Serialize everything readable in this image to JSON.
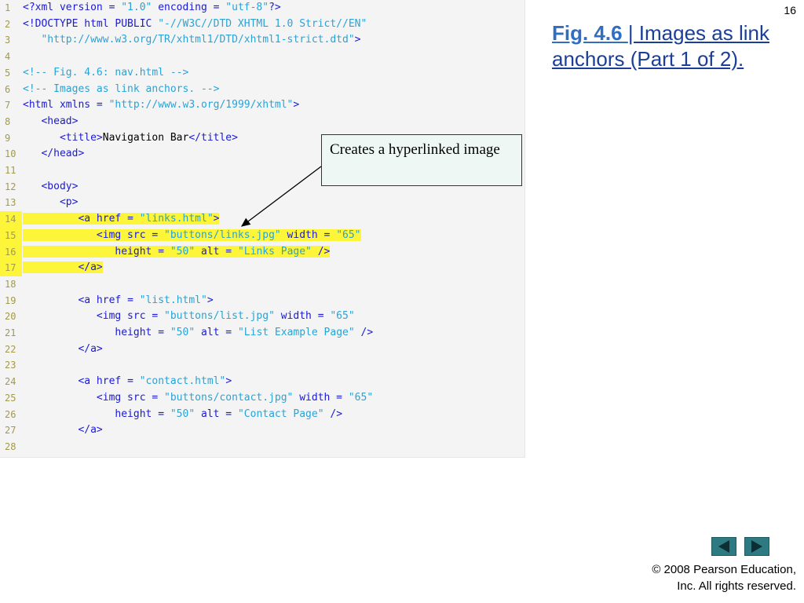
{
  "slide_number": "16",
  "title": {
    "fig": "Fig. 4.6 ",
    "rest": "| Images as link anchors (Part 1 of 2)."
  },
  "callout": {
    "text": "Creates a hyperlinked image"
  },
  "copyright": {
    "line1": "© 2008 Pearson Education,",
    "line2": "Inc.  All rights reserved."
  },
  "nav": {
    "prev_icon": "triangle-left-icon",
    "next_icon": "triangle-right-icon",
    "color": "#2e7a82"
  },
  "colors": {
    "highlight": "#fcf53a",
    "tag": "#1a1ad6",
    "value": "#29a3d6",
    "line_number": "#a39a4a"
  },
  "code_lines": [
    {
      "num": "1",
      "segs": [
        [
          "tag",
          "<?xml version = "
        ],
        [
          "val",
          "\"1.0\""
        ],
        [
          "tag",
          " encoding = "
        ],
        [
          "val",
          "\"utf-8\""
        ],
        [
          "tag",
          "?>"
        ]
      ],
      "hl": false
    },
    {
      "num": "2",
      "segs": [
        [
          "tag",
          "<!DOCTYPE html PUBLIC "
        ],
        [
          "val",
          "\"-//W3C//DTD XHTML 1.0 Strict//EN\""
        ]
      ],
      "hl": false
    },
    {
      "num": "3",
      "segs": [
        [
          "plain",
          "   "
        ],
        [
          "val",
          "\"http://www.w3.org/TR/xhtml1/DTD/xhtml1-strict.dtd\""
        ],
        [
          "tag",
          ">"
        ]
      ],
      "hl": false
    },
    {
      "num": "4",
      "segs": [],
      "hl": false
    },
    {
      "num": "5",
      "segs": [
        [
          "cmt",
          "<!-- Fig. 4.6: nav.html -->"
        ]
      ],
      "hl": false
    },
    {
      "num": "6",
      "segs": [
        [
          "cmt",
          "<!-- Images as link anchors. -->"
        ]
      ],
      "hl": false
    },
    {
      "num": "7",
      "segs": [
        [
          "tag",
          "<html xmlns = "
        ],
        [
          "val",
          "\"http://www.w3.org/1999/xhtml\""
        ],
        [
          "tag",
          ">"
        ]
      ],
      "hl": false
    },
    {
      "num": "8",
      "segs": [
        [
          "plain",
          "   "
        ],
        [
          "tag",
          "<head>"
        ]
      ],
      "hl": false
    },
    {
      "num": "9",
      "segs": [
        [
          "plain",
          "      "
        ],
        [
          "tag",
          "<title>"
        ],
        [
          "plain",
          "Navigation Bar"
        ],
        [
          "tag",
          "</title>"
        ]
      ],
      "hl": false
    },
    {
      "num": "10",
      "segs": [
        [
          "plain",
          "   "
        ],
        [
          "tag",
          "</head>"
        ]
      ],
      "hl": false
    },
    {
      "num": "11",
      "segs": [],
      "hl": false
    },
    {
      "num": "12",
      "segs": [
        [
          "plain",
          "   "
        ],
        [
          "tag",
          "<body>"
        ]
      ],
      "hl": false
    },
    {
      "num": "13",
      "segs": [
        [
          "plain",
          "      "
        ],
        [
          "tag",
          "<p>"
        ]
      ],
      "hl": false
    },
    {
      "num": "14",
      "segs": [
        [
          "plain",
          "         "
        ],
        [
          "tag",
          "<a href = "
        ],
        [
          "val",
          "\"links.html\""
        ],
        [
          "tag",
          ">"
        ]
      ],
      "hl": true
    },
    {
      "num": "15",
      "segs": [
        [
          "plain",
          "            "
        ],
        [
          "tag",
          "<img src = "
        ],
        [
          "val",
          "\"buttons/links.jpg\""
        ],
        [
          "tag",
          " width = "
        ],
        [
          "val",
          "\"65\""
        ]
      ],
      "hl": true
    },
    {
      "num": "16",
      "segs": [
        [
          "plain",
          "               "
        ],
        [
          "tag",
          "height = "
        ],
        [
          "val",
          "\"50\""
        ],
        [
          "tag",
          " alt = "
        ],
        [
          "val",
          "\"Links Page\""
        ],
        [
          "tag",
          " />"
        ]
      ],
      "hl": true
    },
    {
      "num": "17",
      "segs": [
        [
          "plain",
          "         "
        ],
        [
          "tag",
          "</a>"
        ]
      ],
      "hl": true
    },
    {
      "num": "18",
      "segs": [],
      "hl": false
    },
    {
      "num": "19",
      "segs": [
        [
          "plain",
          "         "
        ],
        [
          "tag",
          "<a href = "
        ],
        [
          "val",
          "\"list.html\""
        ],
        [
          "tag",
          ">"
        ]
      ],
      "hl": false
    },
    {
      "num": "20",
      "segs": [
        [
          "plain",
          "            "
        ],
        [
          "tag",
          "<img src = "
        ],
        [
          "val",
          "\"buttons/list.jpg\""
        ],
        [
          "tag",
          " width = "
        ],
        [
          "val",
          "\"65\""
        ]
      ],
      "hl": false
    },
    {
      "num": "21",
      "segs": [
        [
          "plain",
          "               "
        ],
        [
          "tag",
          "height = "
        ],
        [
          "val",
          "\"50\""
        ],
        [
          "tag",
          " alt = "
        ],
        [
          "val",
          "\"List Example Page\""
        ],
        [
          "tag",
          " />"
        ]
      ],
      "hl": false
    },
    {
      "num": "22",
      "segs": [
        [
          "plain",
          "         "
        ],
        [
          "tag",
          "</a>"
        ]
      ],
      "hl": false
    },
    {
      "num": "23",
      "segs": [],
      "hl": false
    },
    {
      "num": "24",
      "segs": [
        [
          "plain",
          "         "
        ],
        [
          "tag",
          "<a href = "
        ],
        [
          "val",
          "\"contact.html\""
        ],
        [
          "tag",
          ">"
        ]
      ],
      "hl": false
    },
    {
      "num": "25",
      "segs": [
        [
          "plain",
          "            "
        ],
        [
          "tag",
          "<img src = "
        ],
        [
          "val",
          "\"buttons/contact.jpg\""
        ],
        [
          "tag",
          " width = "
        ],
        [
          "val",
          "\"65\""
        ]
      ],
      "hl": false
    },
    {
      "num": "26",
      "segs": [
        [
          "plain",
          "               "
        ],
        [
          "tag",
          "height = "
        ],
        [
          "val",
          "\"50\""
        ],
        [
          "tag",
          " alt = "
        ],
        [
          "val",
          "\"Contact Page\""
        ],
        [
          "tag",
          " />"
        ]
      ],
      "hl": false
    },
    {
      "num": "27",
      "segs": [
        [
          "plain",
          "         "
        ],
        [
          "tag",
          "</a>"
        ]
      ],
      "hl": false
    },
    {
      "num": "28",
      "segs": [],
      "hl": false
    }
  ]
}
